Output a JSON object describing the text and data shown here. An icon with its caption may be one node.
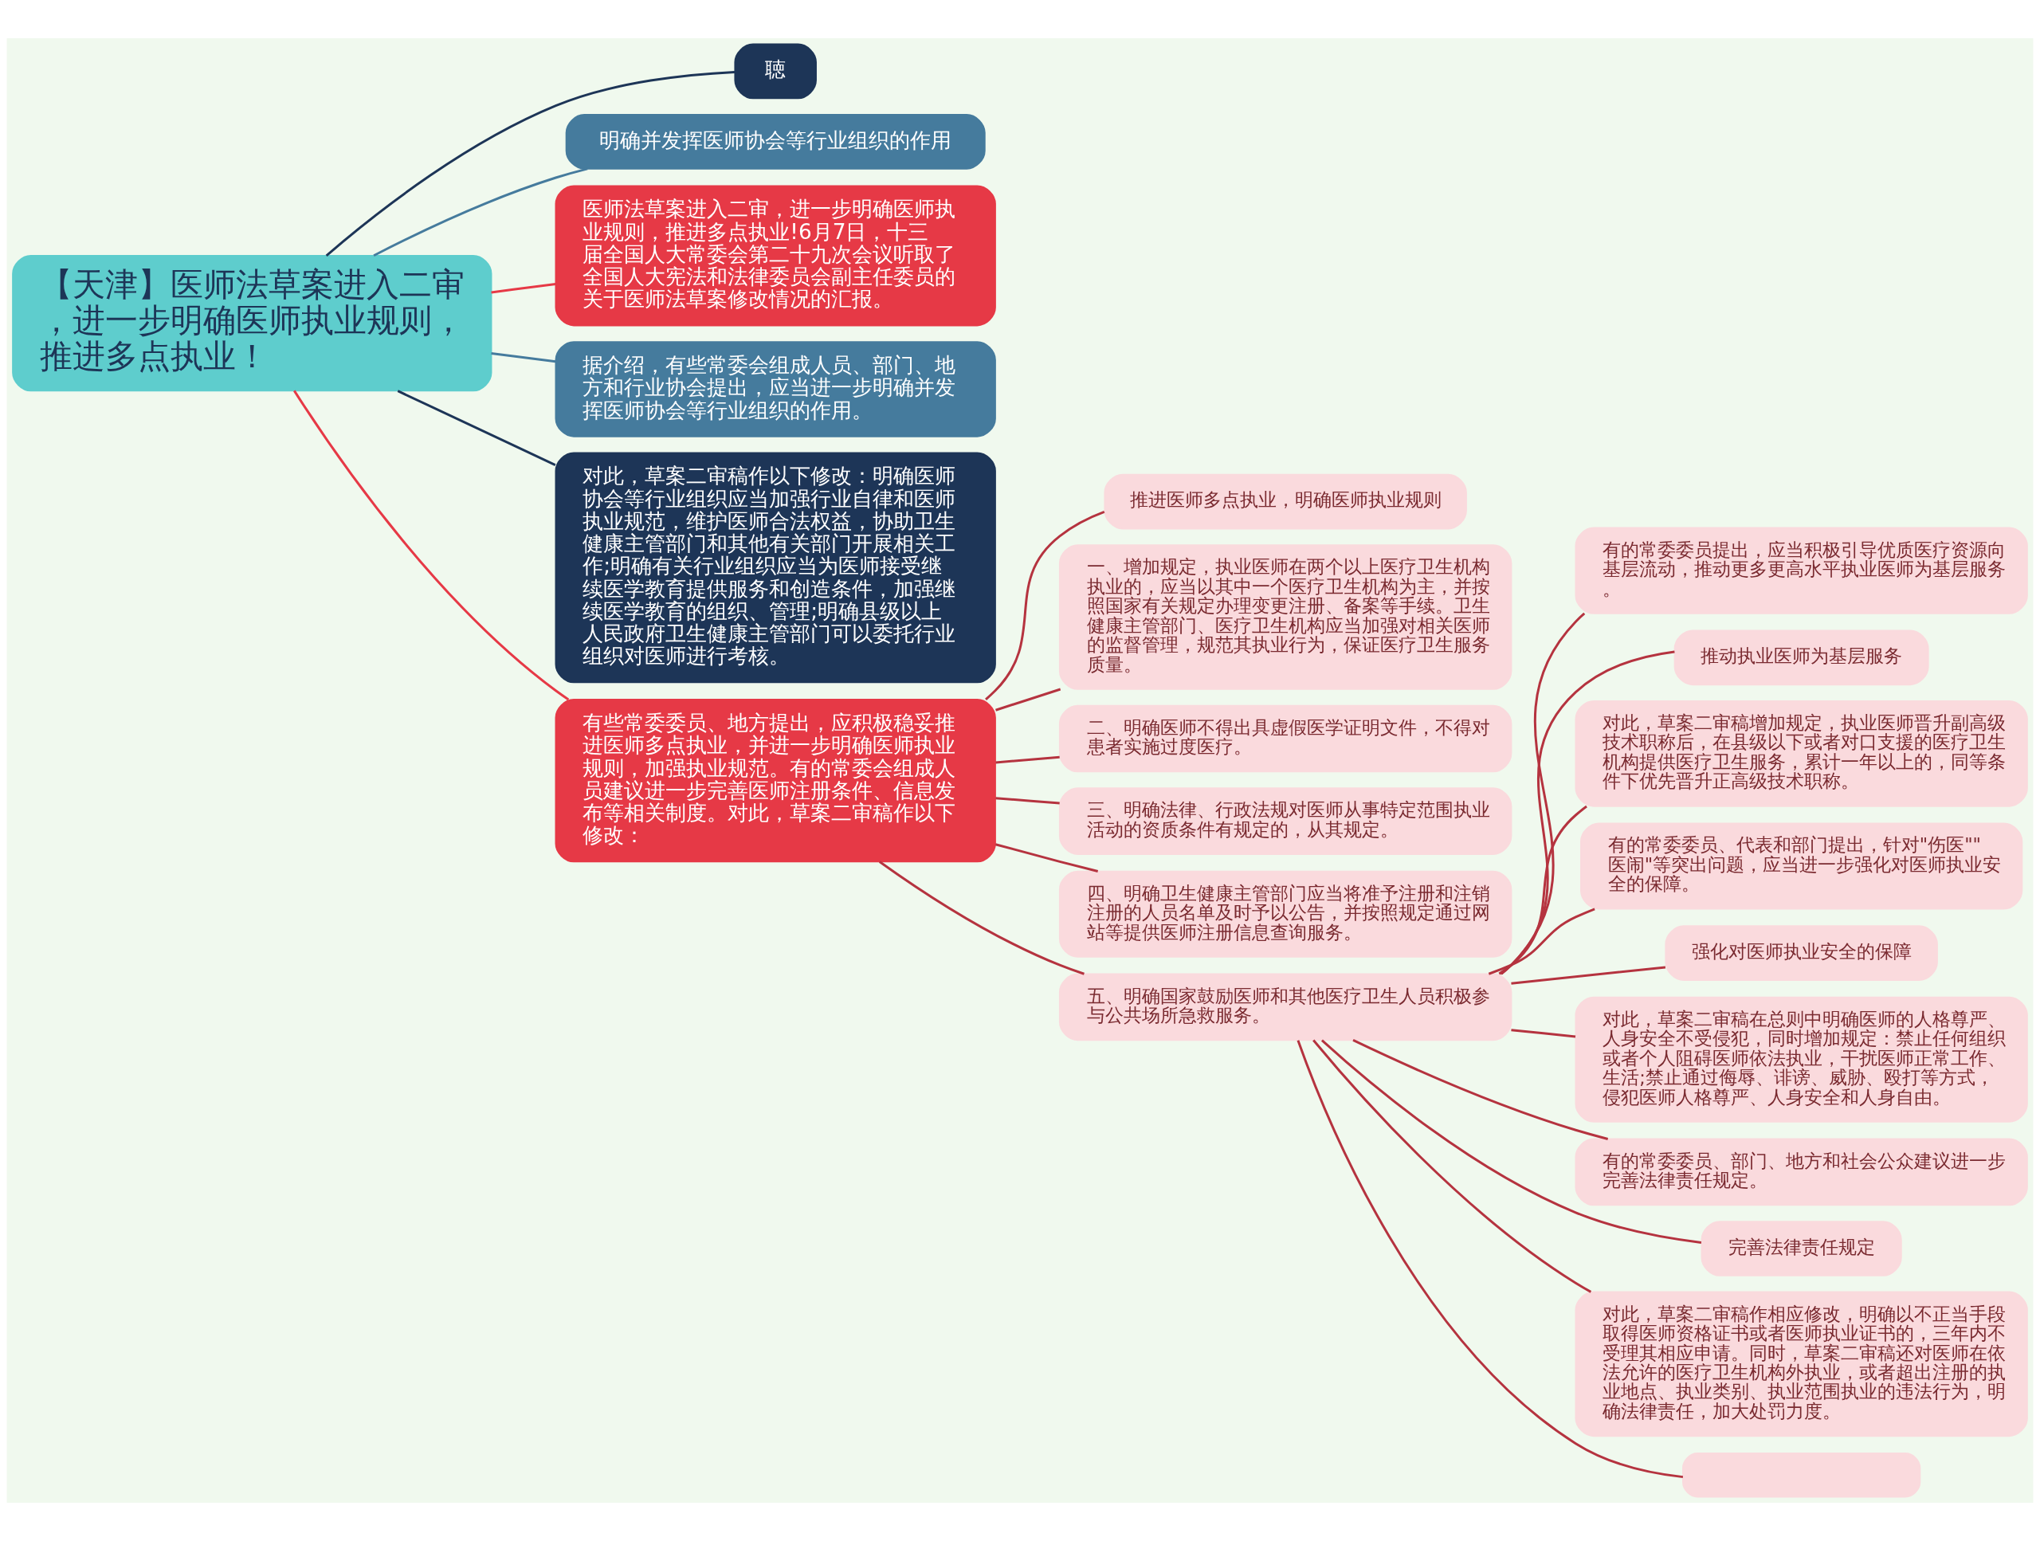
{
  "diagram": {
    "nodes": [
      {
        "text": [
          "【天津】医师法草案进入二审，进一步明确医师执业规则，推进多点执业！"
        ]
      },
      {
        "text": [
          "聴"
        ]
      },
      {
        "text": [
          "明确并发挥医师协会等行业组织的作用"
        ]
      },
      {
        "text": [
          "医师法草案进入二审，进一步明确医师执业规则，推进多点执业!6月7日，十三届全国人大常委会第二十九次会议听取了全国人大宪法和法律委员会副主任委员的关于医师法草案修改情况的汇报。"
        ]
      },
      {
        "text": [
          "据介绍，有些常委会组成人员、部门、地方和行业协会提出，应当进一步明确并发挥医师协会等行业组织的作用。"
        ]
      },
      {
        "text": [
          "对此，草案二审稿作以下修改：明确医师协会等行业组织应当加强行业自律和医师执业规范，维护医师合法权益，协助卫生健康主管部门和其他有关部门开展相关工作;明确有关行业组织应当为医师接受继续医学教育提供服务和创造条件，加强继续医学教育的组织、管理;明确县级以上人民政府卫生健康主管部门可以委托行业组织对医师进行考核。"
        ]
      },
      {
        "text": [
          "有些常委委员、地方提出，应积极稳妥推进医师多点执业，并进一步明确医师执业规则，加强执业规范。有的常委会组成人员建议进一步完善医师注册条件、信息发布等相关制度。对此，草案二审稿作以下修改："
        ]
      },
      {
        "text": [
          "推进医师多点执业，明确医师执业规则"
        ]
      },
      {
        "text": [
          "一、增加规定，执业医师在两个以上医疗卫生机构执业的，应当以其中一个医疗卫生机构为主，并按照国家有关规定办理变更注册、备案等手续。卫生健康主管部门、医疗卫生机构应当加强对相关医师的监督管理，规范其执业行为，保证医疗卫生服务质量。"
        ]
      },
      {
        "text": [
          "二、明确医师不得出具虚假医学证明文件，不得对患者实施过度医疗。"
        ]
      },
      {
        "text": [
          "三、明确法律、行政法规对医师从事特定范围执业活动的资质条件有规定的，从其规定。"
        ]
      },
      {
        "text": [
          "四、明确卫生健康主管部门应当将准予注册和注销注册的人员名单及时予以公告，并按照规定通过网站等提供医师注册信息查询服务。"
        ]
      },
      {
        "text": [
          "五、明确国家鼓励医师和其他医疗卫生人员积极参与公共场所急救服务。"
        ]
      },
      {
        "text": [
          "有的常委委员提出，应当积极引导优质医疗资源向基层流动，推动更多更高水平执业医师为基层服务。"
        ]
      },
      {
        "text": [
          "推动执业医师为基层服务"
        ]
      },
      {
        "text": [
          "对此，草案二审稿增加规定，执业医师晋升副高级技术职称后，在县级以下或者对口支援的医疗卫生机构提供医疗卫生服务，累计一年以上的，同等条件下优先晋升正高级技术职称。"
        ]
      },
      {
        "text": [
          "有的常委委员、代表和部门提出，针对\"伤医\"\"医闹\"等突出问题，应当进一步强化对医师执业安全的保障。"
        ]
      },
      {
        "text": [
          "强化对医师执业安全的保障"
        ]
      },
      {
        "text": [
          "对此，草案二审稿在总则中明确医师的人格尊严、人身安全不受侵犯，同时增加规定：禁止任何组织或者个人阻碍医师依法执业，干扰医师正常工作、生活;禁止通过侮辱、诽谤、威胁、殴打等方式，侵犯医师人格尊严、人身安全和人身自由。"
        ]
      },
      {
        "text": [
          "有的常委委员、部门、地方和社会公众建议进一步完善法律责任规定。"
        ]
      },
      {
        "text": [
          "完善法律责任规定"
        ]
      },
      {
        "text": [
          "对此，草案二审稿作相应修改，明确以不正当手段取得医师资格证书或者医师执业证书的，三年内不受理其相应申请。同时，草案二审稿还对医师在依法允许的医疗卫生机构外执业，或者超出注册的执业地点、执业类别、执业范围执业的违法行为，明确法律责任，加大处罚力度。"
        ]
      },
      {
        "text": [],
        "shape": "box"
      }
    ],
    "edges": [
      {
        "from": 0,
        "to": 1,
        "arrow": "none",
        "color": "#1d3557"
      },
      {
        "from": 0,
        "to": 2,
        "arrow": "none",
        "color": "#457b9d"
      },
      {
        "from": 0,
        "to": 3,
        "arrow": "none",
        "color": "#e63946"
      },
      {
        "from": 0,
        "to": 4,
        "arrow": "none",
        "color": "#457b9d"
      },
      {
        "from": 0,
        "to": 5,
        "arrow": "none",
        "color": "#1d3557"
      },
      {
        "from": 0,
        "to": 6,
        "arrow": "none",
        "color": "#e63946"
      },
      {
        "from": 6,
        "to": 7,
        "arrow": "none"
      },
      {
        "from": 6,
        "to": 8,
        "arrow": "none"
      },
      {
        "from": 6,
        "to": 9,
        "arrow": "none"
      },
      {
        "from": 6,
        "to": 10,
        "arrow": "none"
      },
      {
        "from": 6,
        "to": 11,
        "arrow": "none"
      },
      {
        "from": 6,
        "to": 12,
        "arrow": "none"
      },
      {
        "from": 12,
        "to": 13,
        "arrow": "none"
      },
      {
        "from": 12,
        "to": 14,
        "arrow": "none"
      },
      {
        "from": 12,
        "to": 15,
        "arrow": "none"
      },
      {
        "from": 12,
        "to": 16,
        "arrow": "none"
      },
      {
        "from": 12,
        "to": 17,
        "arrow": "none"
      },
      {
        "from": 12,
        "to": 18,
        "arrow": "none"
      },
      {
        "from": 12,
        "to": 19,
        "arrow": "none"
      },
      {
        "from": 12,
        "to": 20,
        "arrow": "none"
      },
      {
        "from": 12,
        "to": 21,
        "arrow": "none"
      },
      {
        "from": 12,
        "to": 22,
        "arrow": "none"
      }
    ]
  }
}
